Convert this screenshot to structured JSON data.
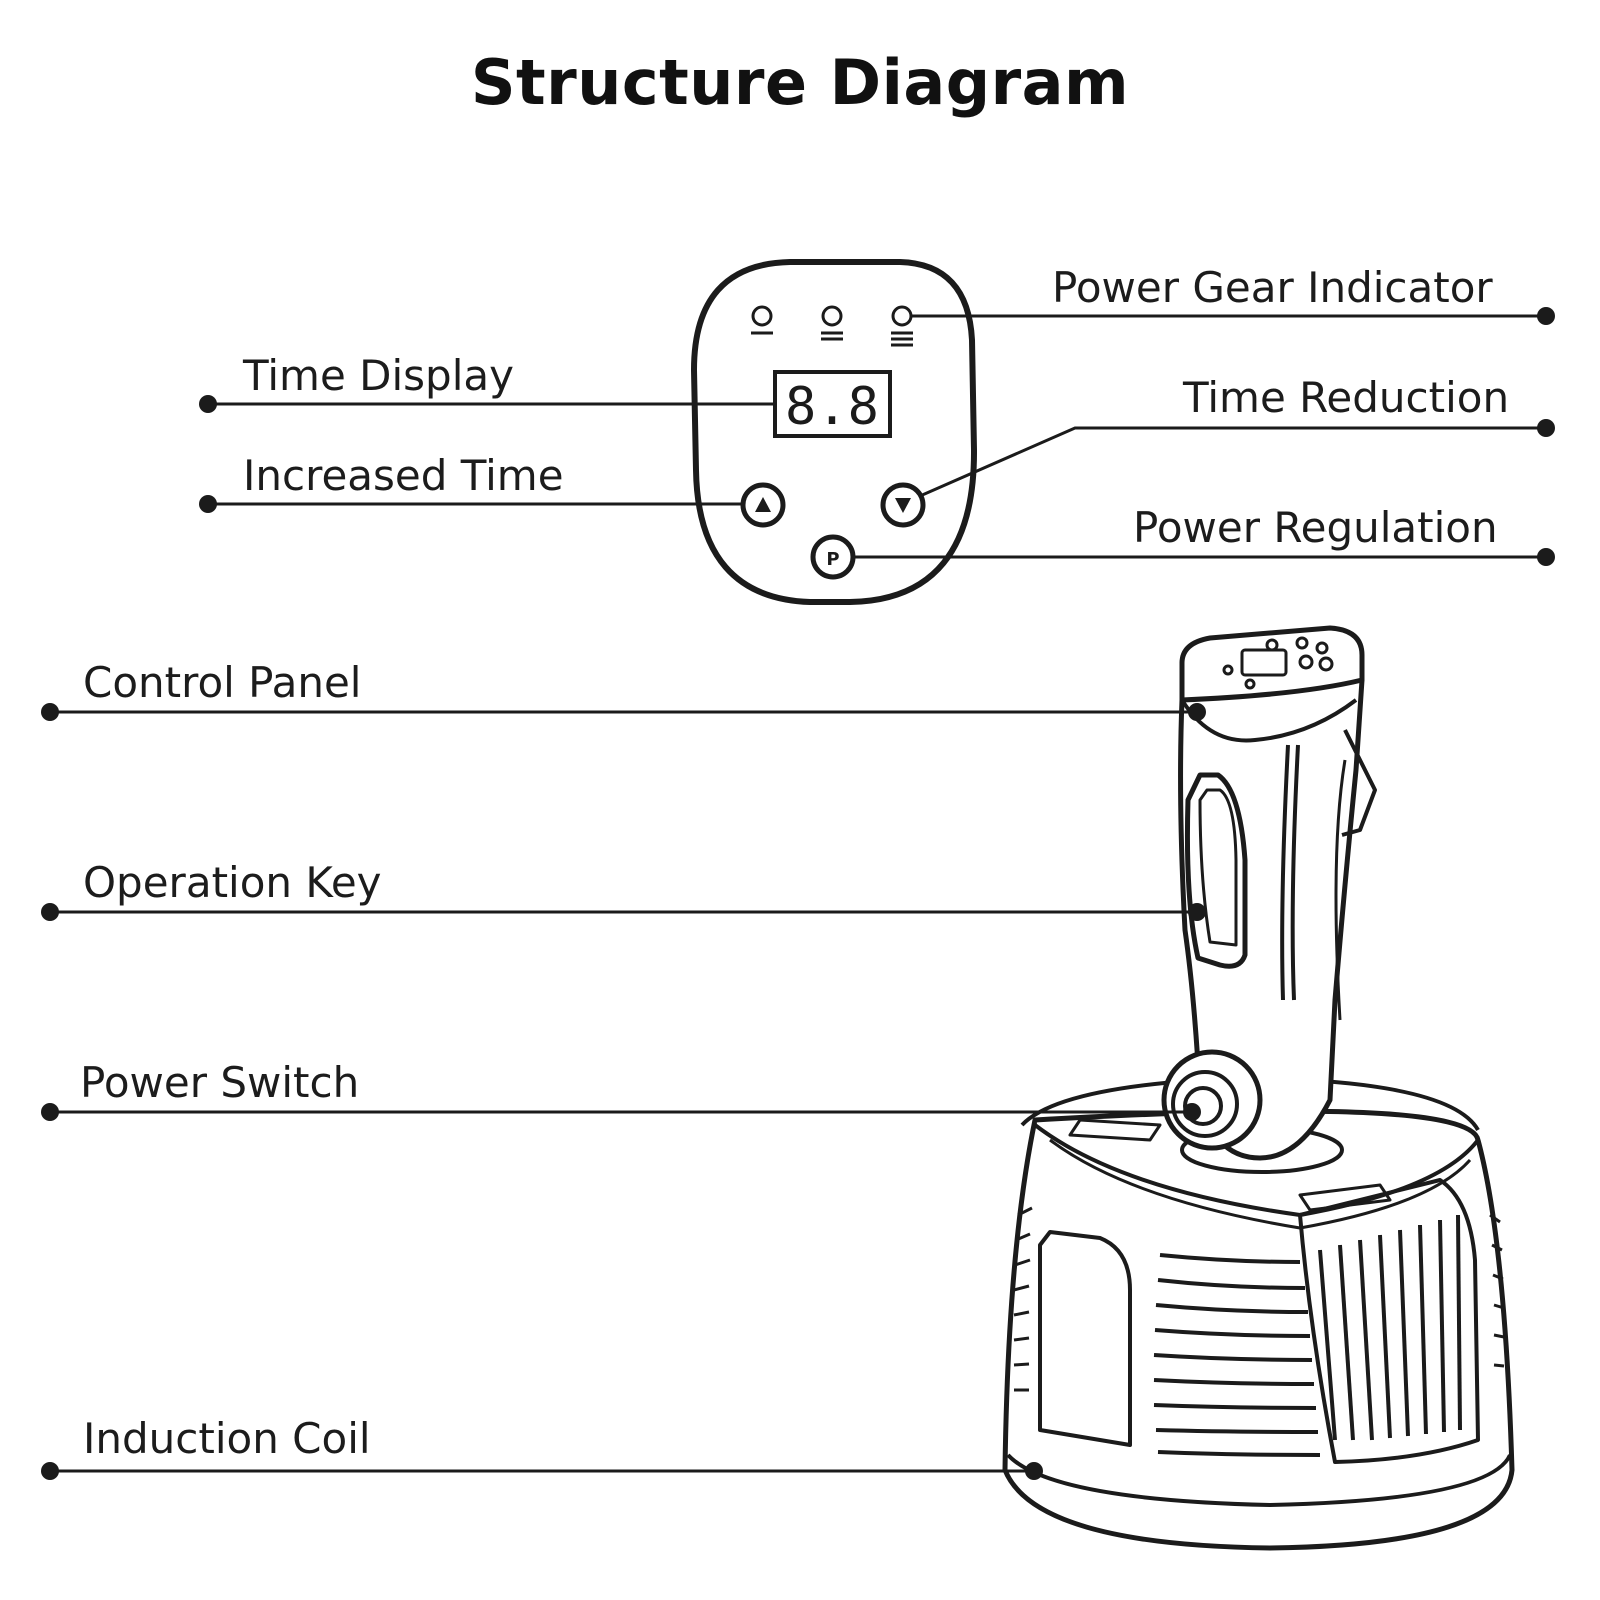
{
  "title": "Structure Diagram",
  "panel": {
    "display_value": "8.8",
    "button_power_letter": "P"
  },
  "labels": {
    "power_gear_indicator": "Power Gear Indicator",
    "time_display": "Time Display",
    "time_reduction": "Time Reduction",
    "increased_time": "Increased Time",
    "power_regulation": "Power Regulation",
    "control_panel": "Control Panel",
    "operation_key": "Operation Key",
    "power_switch": "Power Switch",
    "induction_coil": "Induction Coil"
  }
}
